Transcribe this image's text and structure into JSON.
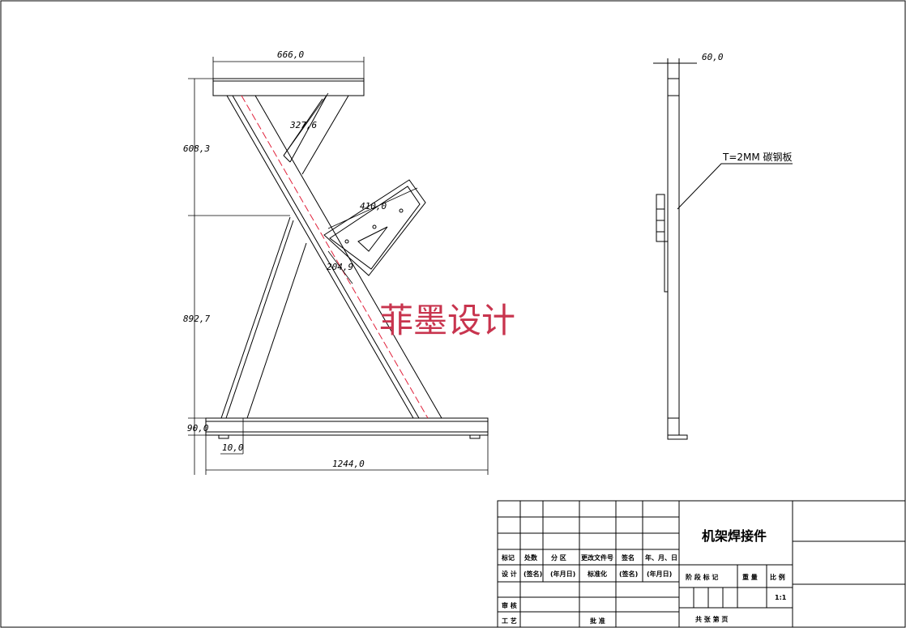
{
  "dimensions": {
    "top_width": "666,0",
    "top_height": "608,3",
    "brace_length": "327,6",
    "bracket_length": "410,0",
    "bracket_width": "204,9",
    "bottom_height": "892,7",
    "base_height": "90,0",
    "foot_height": "10,0",
    "base_width": "1244,0",
    "thickness": "60,0"
  },
  "annotation": "T=2MM 碳钢板",
  "watermark": "菲墨设计",
  "title_block": {
    "drawing_name": "机架焊接件",
    "revision_headers": [
      "标记",
      "处数",
      "分 区",
      "更改文件号",
      "签名",
      "年、月、日"
    ],
    "design_row": [
      "设 计",
      "(签名)",
      "(年月日)",
      "标准化",
      "(签名)",
      "(年月日)"
    ],
    "review": "审 核",
    "process": "工 艺",
    "approve": "批 准",
    "stage_headers": [
      "阶 段 标 记",
      "重 量",
      "比 例"
    ],
    "scale": "1:1",
    "sheets_label": "共    张    第    页"
  },
  "colors": {
    "line": "#000000",
    "centerline": "#e0203a",
    "watermark": "#c8344e"
  }
}
